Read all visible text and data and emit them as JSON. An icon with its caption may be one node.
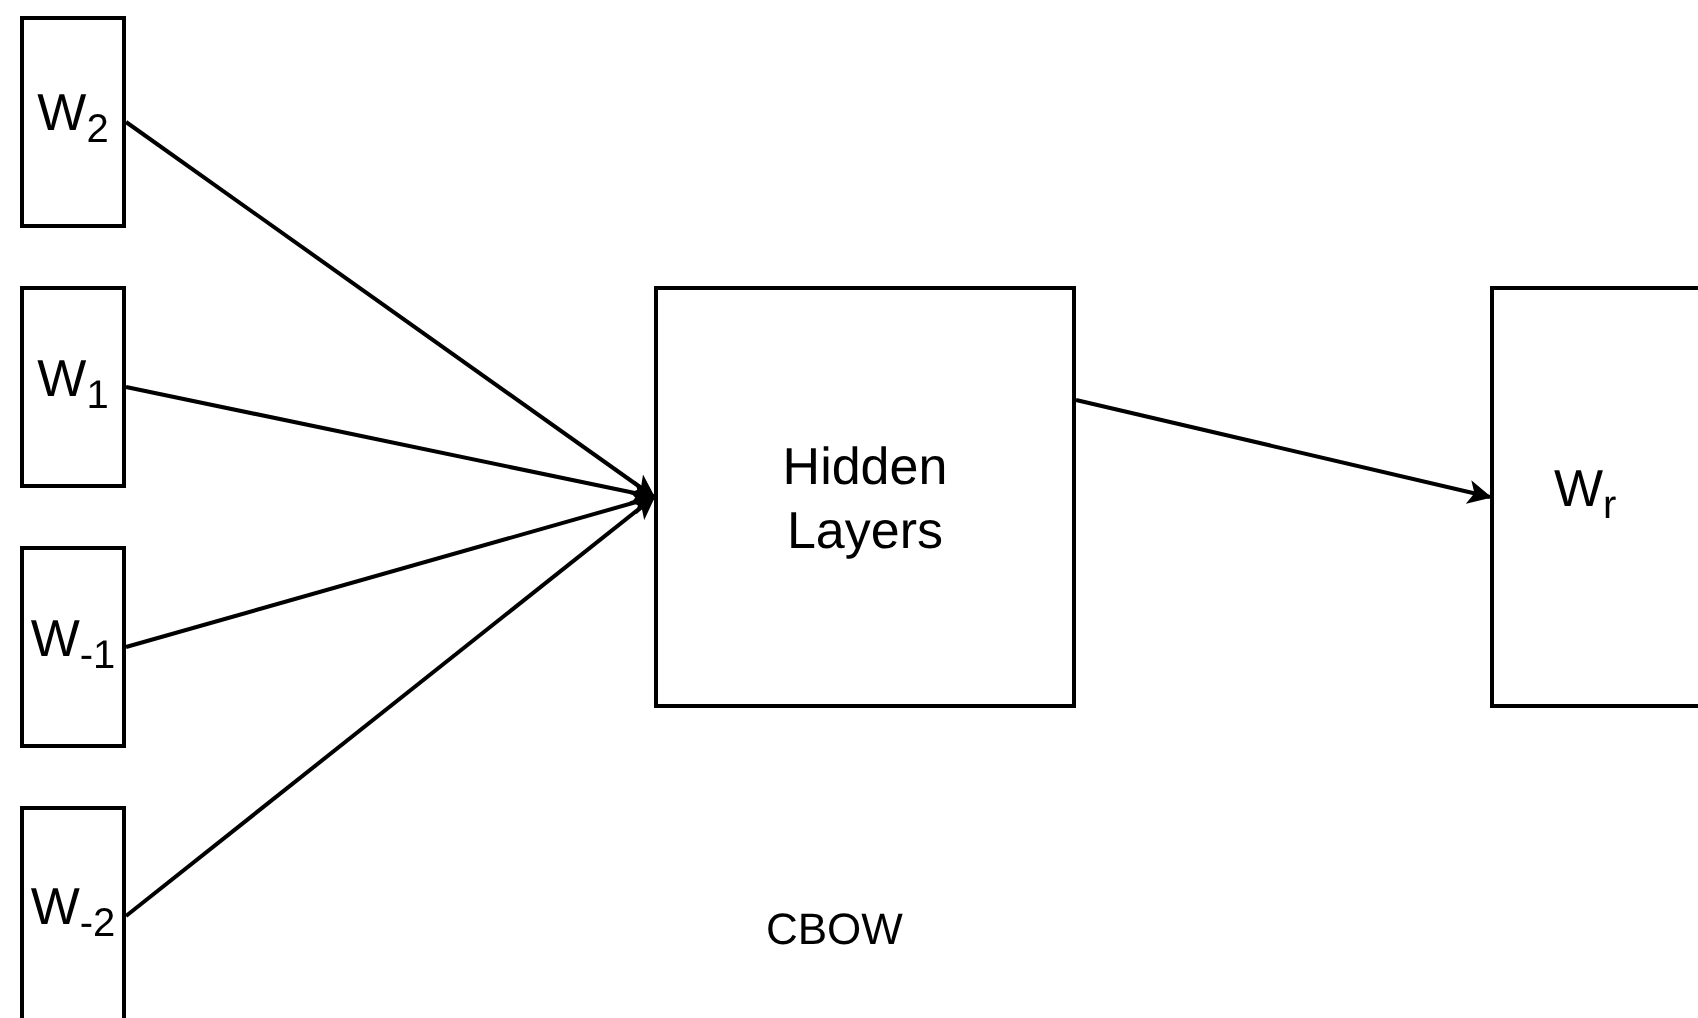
{
  "diagram": {
    "nodes": [
      {
        "text": [
          "W$_{2}$"
        ]
      },
      {
        "text": [
          "W$_{1}$"
        ]
      },
      {
        "text": [
          "W$_{-1}$"
        ]
      },
      {
        "text": [
          "W$_{-2}$"
        ]
      },
      {
        "text": [
          "Hidden Layers"
        ]
      },
      {
        "text": [
          "W$_{r}$"
        ]
      }
    ],
    "edges": [
      {
        "from": 0,
        "to": 4,
        "arrow": "to"
      },
      {
        "from": 1,
        "to": 4,
        "arrow": "to"
      },
      {
        "from": 2,
        "to": 4,
        "arrow": "to"
      },
      {
        "from": 3,
        "to": 4,
        "arrow": "to"
      },
      {
        "from": 4,
        "to": 5,
        "arrow": "to"
      }
    ],
    "labels": [
      "CBOW"
    ]
  }
}
